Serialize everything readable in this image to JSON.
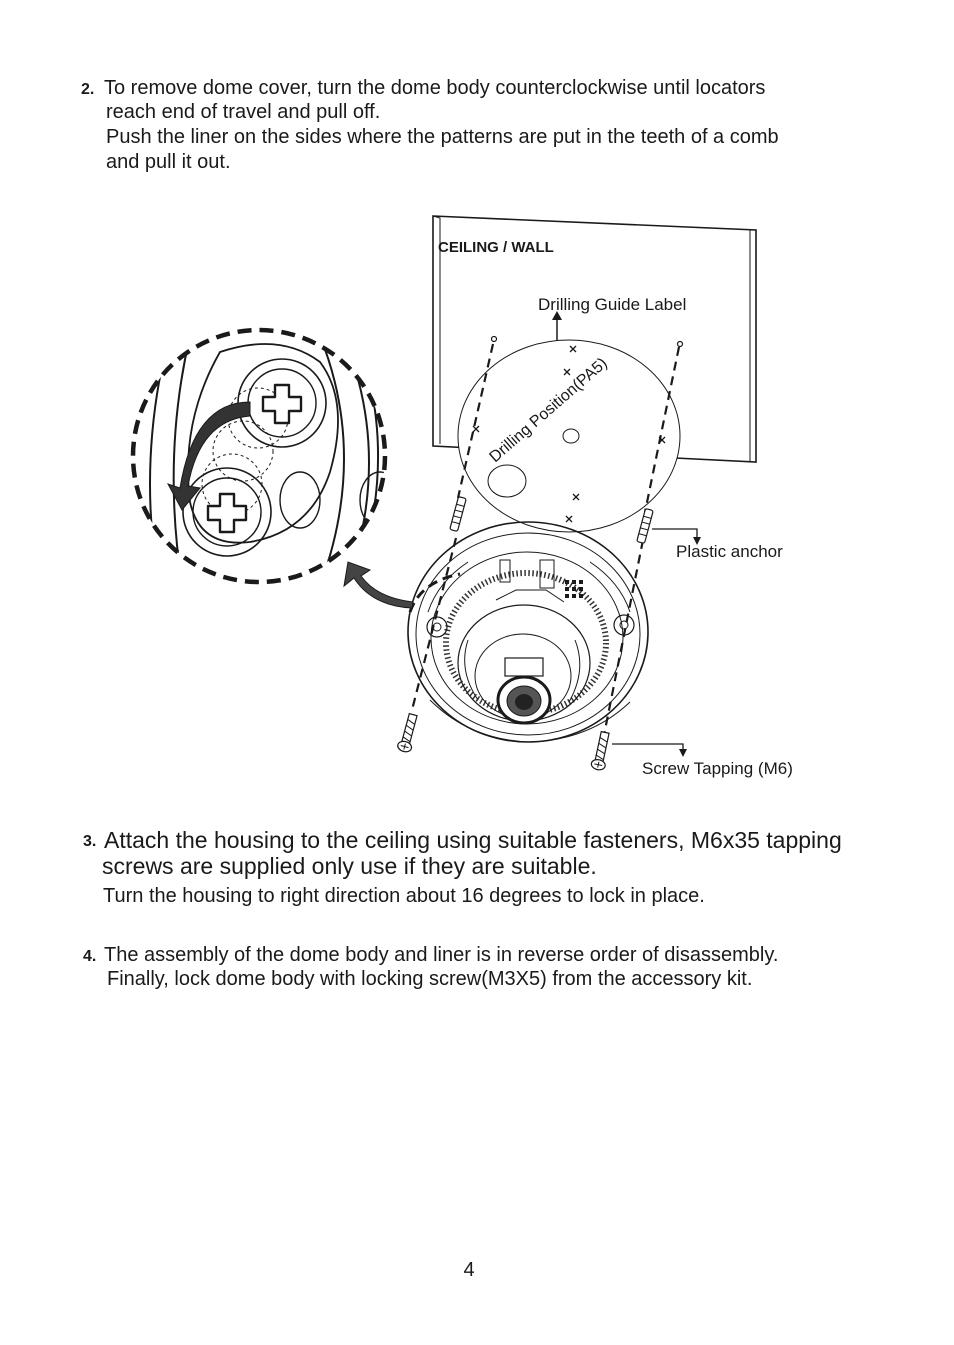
{
  "steps": [
    {
      "number": "2.",
      "lines": [
        "To remove dome cover, turn the dome body counterclockwise until locators",
        "reach end of travel and pull off.",
        "Push the liner on the sides where the patterns are put in the teeth of a comb",
        "and pull it out."
      ]
    },
    {
      "number": "3.",
      "lines": [
        "Attach the housing to the ceiling using suitable fasteners, M6x35 tapping",
        "screws are supplied only use if they are suitable.",
        "Turn the housing to right direction about 16 degrees to lock in place."
      ]
    },
    {
      "number": "4.",
      "lines": [
        "The assembly of the dome body and liner is in reverse order of disassembly.",
        "Finally, lock dome body with locking screw(M3X5) from the accessory kit."
      ]
    }
  ],
  "figure": {
    "wall_label": "CEILING / WALL",
    "guide_label": "Drilling Guide Label",
    "drilling_position": "Drilling Position(PA5)",
    "anchor_label": "Plastic anchor",
    "screw_label": "Screw Tapping (M6)"
  },
  "page_number": "4"
}
